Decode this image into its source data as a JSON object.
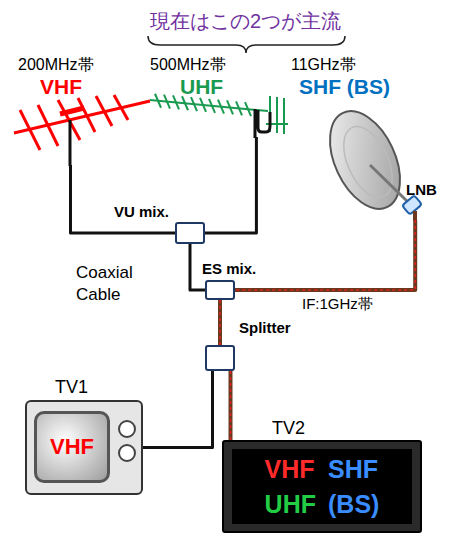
{
  "diagram": {
    "title": "現在はこの2つが主流",
    "nodes": [
      {
        "text": [
          "200MHz帯",
          "VHF"
        ]
      },
      {
        "text": [
          "500MHz帯",
          "UHF"
        ]
      },
      {
        "text": [
          "11GHz帯",
          "SHF (BS)",
          "LNB"
        ]
      },
      {
        "text": [
          "VU mix."
        ]
      },
      {
        "text": [
          "ES mix."
        ]
      },
      {
        "text": [
          "Splitter"
        ]
      },
      {
        "text": [
          "TV1",
          "VHF"
        ]
      },
      {
        "text": [
          "TV2",
          "VHF",
          "SHF",
          "UHF",
          "(BS)"
        ]
      }
    ],
    "edges": [
      {
        "from": 0,
        "to": 3,
        "arrow": "none"
      },
      {
        "from": 1,
        "to": 3,
        "arrow": "none"
      },
      {
        "from": 3,
        "to": 4,
        "arrow": "none"
      },
      {
        "from": 2,
        "to": 4,
        "label": "IF:1GHz帯",
        "arrow": "none"
      },
      {
        "from": 4,
        "to": 5,
        "arrow": "none"
      },
      {
        "from": 5,
        "to": 6,
        "arrow": "none"
      },
      {
        "from": 5,
        "to": 7,
        "arrow": "none"
      }
    ],
    "labels": [
      "Coaxial Cable"
    ]
  }
}
